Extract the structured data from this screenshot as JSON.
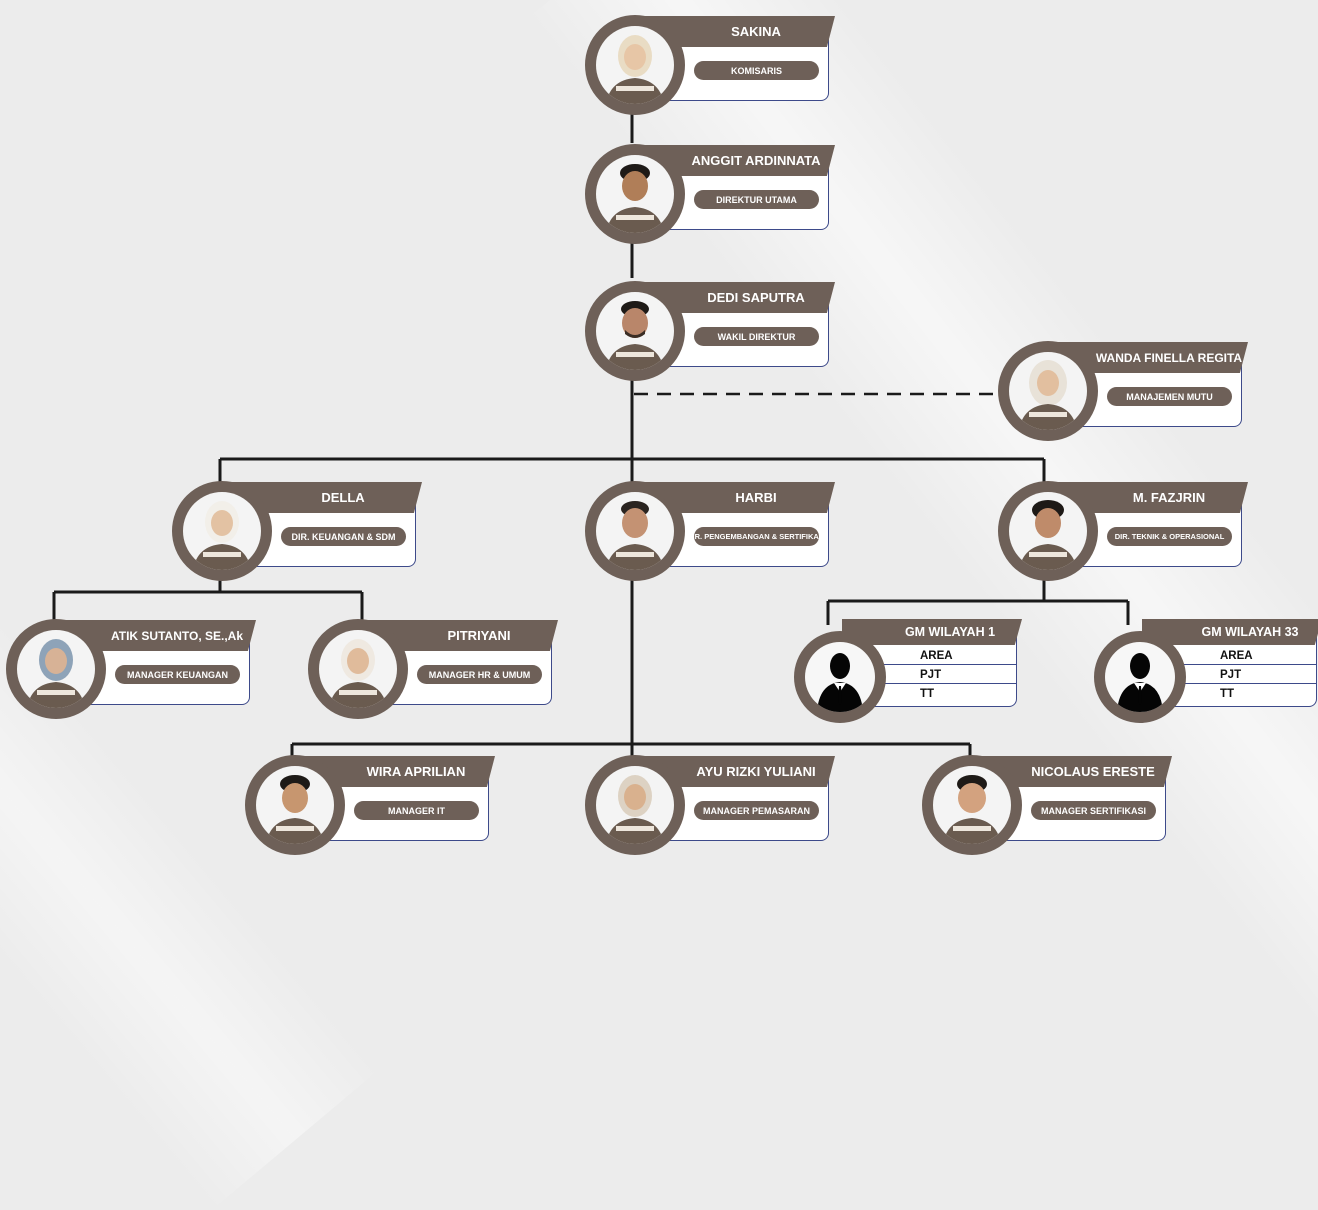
{
  "people": {
    "sakina": {
      "name": "SAKINA",
      "role": "KOMISARIS"
    },
    "anggit": {
      "name": "ANGGIT ARDINNATA",
      "role": "DIREKTUR UTAMA"
    },
    "dedi": {
      "name": "DEDI SAPUTRA",
      "role": "WAKIL DIREKTUR"
    },
    "wanda": {
      "name": "WANDA FINELLA REGITA",
      "role": "MANAJEMEN MUTU"
    },
    "della": {
      "name": "DELLA",
      "role": "DIR. KEUANGAN & SDM"
    },
    "harbi": {
      "name": "HARBI",
      "role": "DIR. PENGEMBANGAN & SERTIFIKASI"
    },
    "fazjrin": {
      "name": "M. FAZJRIN",
      "role": "DIR. TEKNIK & OPERASIONAL"
    },
    "atik": {
      "name": "ATIK SUTANTO, SE.,Ak",
      "role": "MANAGER KEUANGAN"
    },
    "pitriyani": {
      "name": "PITRIYANI",
      "role": "MANAGER HR & UMUM"
    },
    "wira": {
      "name": "WIRA APRILIAN",
      "role": "MANAGER IT"
    },
    "ayu": {
      "name": "AYU RIZKI YULIANI",
      "role": "MANAGER PEMASARAN"
    },
    "nicolaus": {
      "name": "NICOLAUS ERESTE",
      "role": "MANAGER SERTIFIKASI"
    }
  },
  "gm": {
    "w1": {
      "name": "GM WILAYAH 1",
      "rows": [
        "AREA",
        "PJT",
        "TT"
      ]
    },
    "w33": {
      "name": "GM WILAYAH 33",
      "rows": [
        "AREA",
        "PJT",
        "TT"
      ]
    }
  },
  "colors": {
    "brand": "#6e6058",
    "border": "#3d4a8a",
    "line": "#1a1a1a"
  }
}
